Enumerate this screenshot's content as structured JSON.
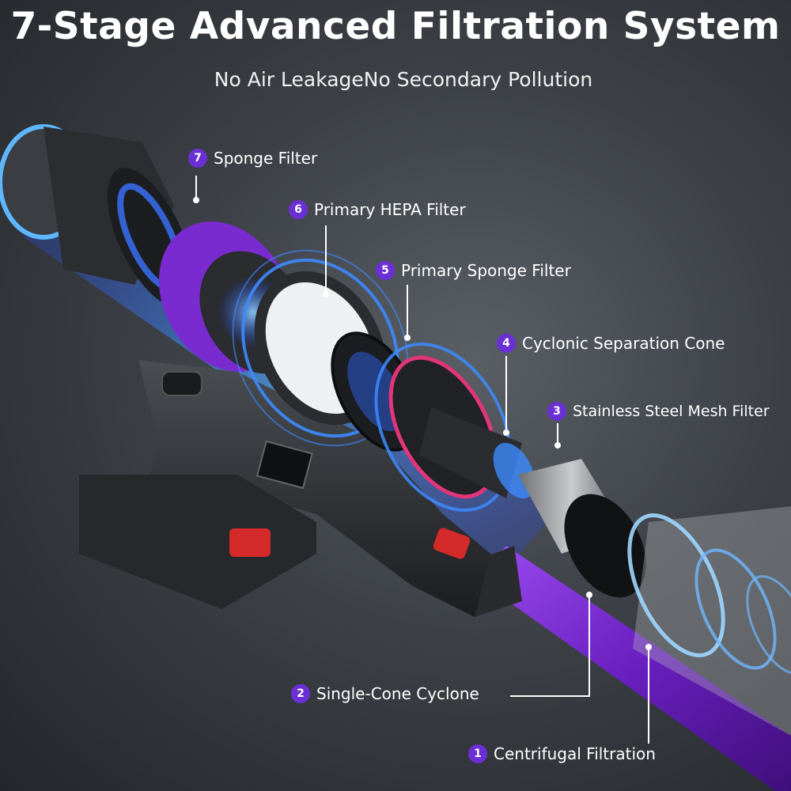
{
  "header": {
    "title": "7-Stage Advanced Filtration System",
    "subtitle": "No Air LeakageNo Secondary Pollution"
  },
  "colors": {
    "badge": "#6b2fd6",
    "accent_purple": "#7a2bd0",
    "glow_blue": "#3d8bff"
  },
  "callouts": [
    {
      "number": "7",
      "label": "Sponge Filter"
    },
    {
      "number": "6",
      "label": "Primary HEPA Filter"
    },
    {
      "number": "5",
      "label": "Primary Sponge Filter"
    },
    {
      "number": "4",
      "label": "Cyclonic Separation Cone"
    },
    {
      "number": "3",
      "label": "Stainless Steel Mesh Filter"
    },
    {
      "number": "2",
      "label": "Single-Cone Cyclone"
    },
    {
      "number": "1",
      "label": "Centrifugal Filtration"
    }
  ]
}
